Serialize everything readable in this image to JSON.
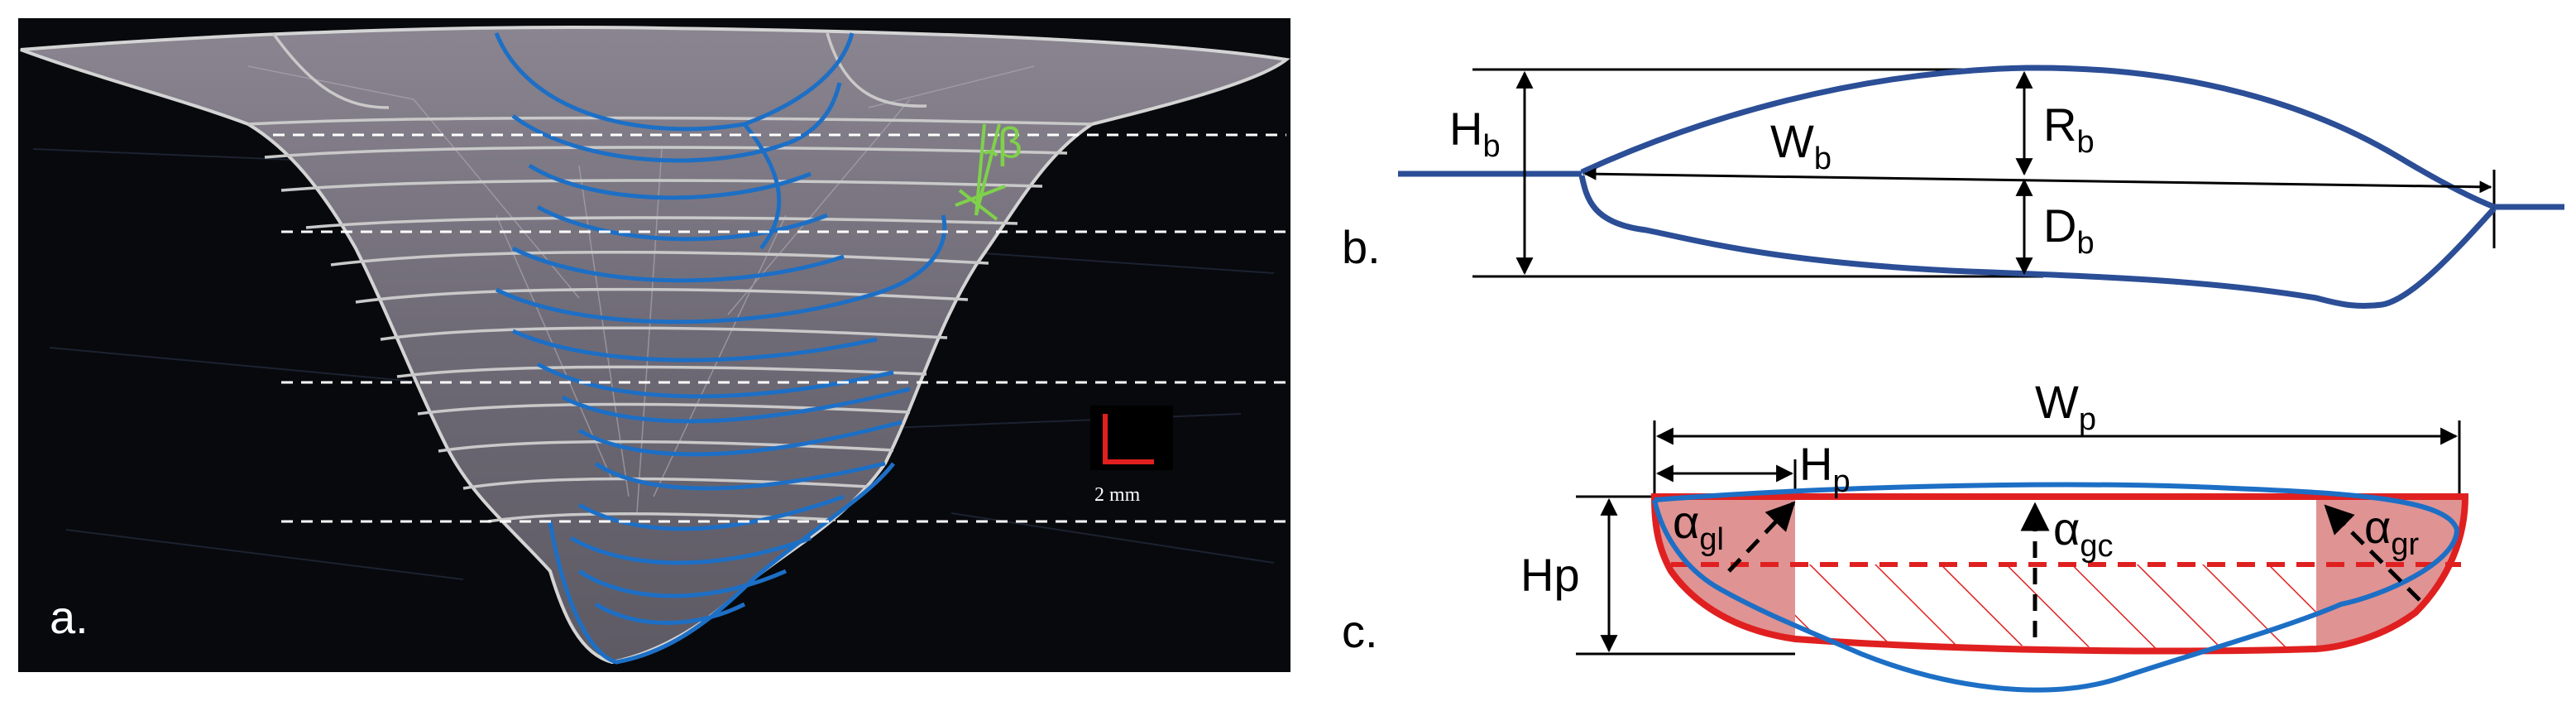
{
  "panels": {
    "a": {
      "label": "a.",
      "scale_bar_text": "2 mm",
      "angle_symbol": "β"
    },
    "b": {
      "label": "b.",
      "dimensions": {
        "height": "H",
        "height_sub": "b",
        "width": "W",
        "width_sub": "b",
        "reinforcement": "R",
        "reinforcement_sub": "b",
        "depth": "D",
        "depth_sub": "b"
      }
    },
    "c": {
      "label": "c.",
      "dimensions": {
        "width": "W",
        "width_sub": "p",
        "half": "H",
        "half_sub": "p",
        "height": "Hp",
        "angle_left": "α",
        "angle_left_sub": "gl",
        "angle_center": "α",
        "angle_center_sub": "gc",
        "angle_right": "α",
        "angle_right_sub": "gr"
      }
    }
  },
  "colors": {
    "bead_outline": "#2b4e96",
    "melt_pool": "#1d6fc5",
    "model_red": "#e02020",
    "model_fill": "#d98080",
    "angle_green": "#7fd14a",
    "scale_red": "#e0201e",
    "micro_bg": "#07090d"
  }
}
